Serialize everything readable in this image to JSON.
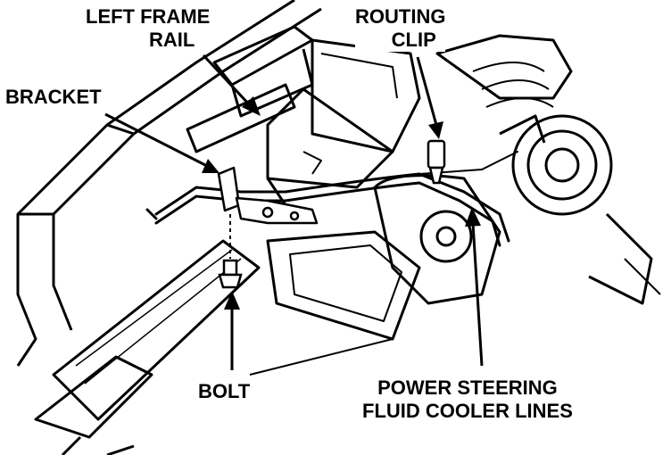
{
  "labels": {
    "left_frame_rail": [
      "LEFT FRAME",
      "RAIL"
    ],
    "routing_clip": [
      "ROUTING",
      "CLIP"
    ],
    "bracket": "BRACKET",
    "bolt": "BOLT",
    "power_steering_fluid_cooler_lines": [
      "POWER STEERING",
      "FLUID COOLER LINES"
    ]
  }
}
